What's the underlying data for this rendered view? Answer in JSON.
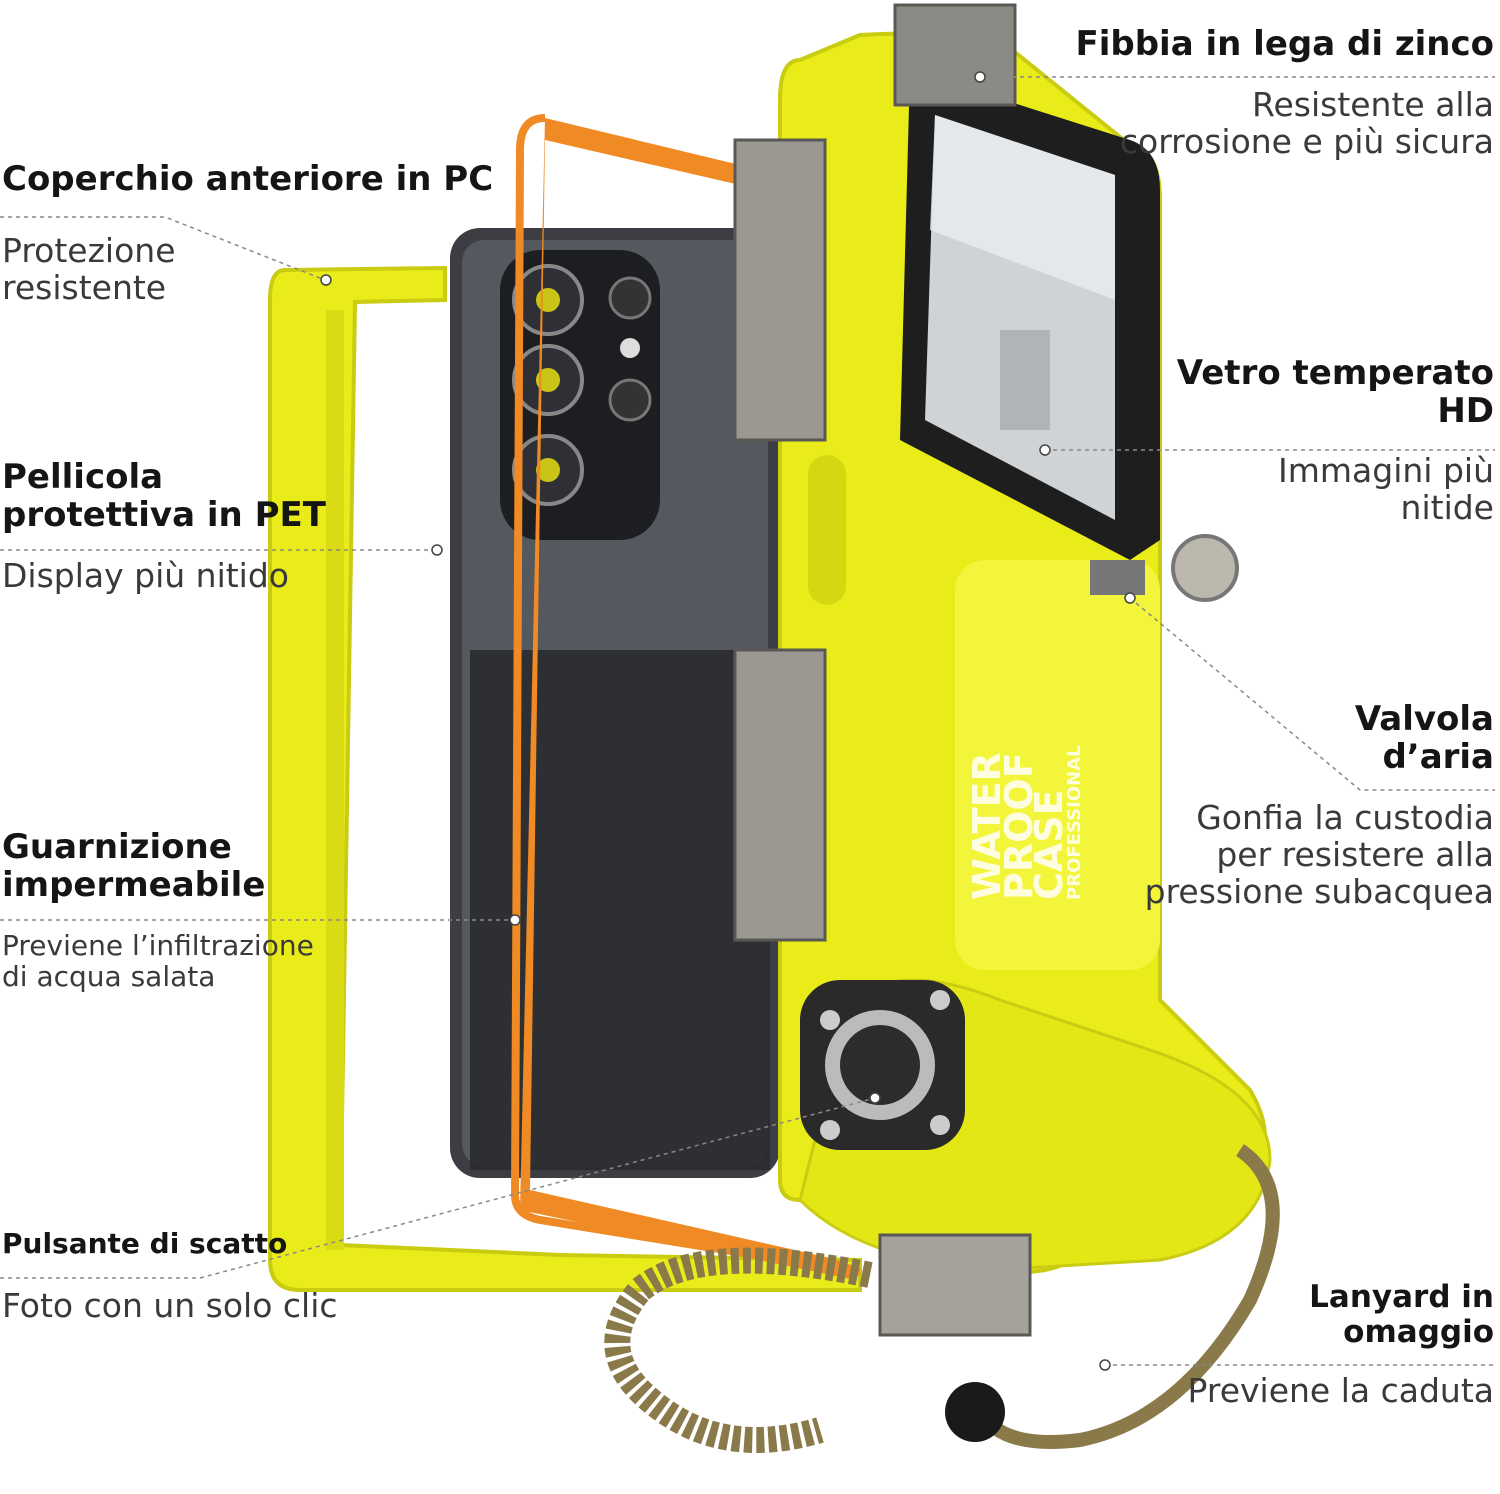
{
  "callouts": {
    "front_cover": {
      "title": "Coperchio anteriore in PC",
      "desc_lines": [
        "Protezione",
        "resistente"
      ]
    },
    "pet_film": {
      "title_lines": [
        "Pellicola",
        "protettiva in PET"
      ],
      "desc": "Display più nitido"
    },
    "gasket": {
      "title_lines": [
        "Guarnizione",
        "impermeabile"
      ],
      "desc_lines": [
        "Previene l’infiltrazione",
        "di acqua salata"
      ]
    },
    "shutter": {
      "title": "Pulsante di scatto",
      "desc": "Foto con un solo clic"
    },
    "buckle": {
      "title": "Fibbia in lega di zinco",
      "desc_lines": [
        "Resistente alla",
        "corrosione e più sicura"
      ]
    },
    "glass": {
      "title_lines": [
        "Vetro temperato",
        "HD"
      ],
      "desc_lines": [
        "Immagini più",
        "nitide"
      ]
    },
    "valve": {
      "title_lines": [
        "Valvola",
        "d’aria"
      ],
      "desc_lines": [
        "Gonfia la custodia",
        "per resistere alla",
        "pressione subacquea"
      ]
    },
    "lanyard": {
      "title_lines": [
        "Lanyard in",
        "omaggio"
      ],
      "desc": "Previene la caduta"
    }
  },
  "product_logo": [
    "WATER",
    "PROOF",
    "CASE",
    "PROFESSIONAL"
  ],
  "colors": {
    "case_yellow": "#e9ec18",
    "case_dark_yellow": "#c9cc10",
    "phone_body": "#3c3e44",
    "orange_gasket": "#f08a24",
    "lanyard": "#8a7a4a",
    "frame_black": "#1e1e1e"
  }
}
